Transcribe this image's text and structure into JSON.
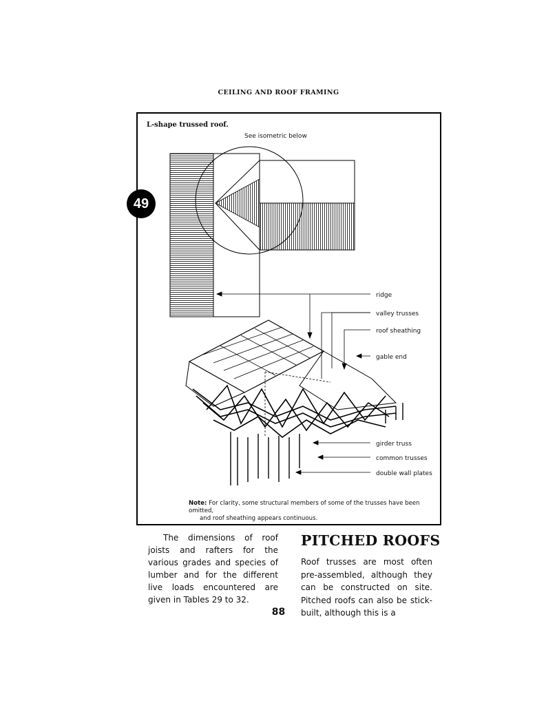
{
  "running_head": "CEILING AND ROOF FRAMING",
  "badge_number": "49",
  "figure": {
    "title": "L-shape trussed roof.",
    "plan_caption": "See isometric below",
    "callouts": {
      "ridge": "ridge",
      "valley_trusses": "valley trusses",
      "roof_sheathing": "roof sheathing",
      "gable_end": "gable end",
      "girder_truss": "girder truss",
      "common_trusses": "common trusses",
      "double_wall_plates": "double wall plates"
    },
    "note_label": "Note:",
    "note_line1": "For clarity, some structural members of some of the trusses have been omitted,",
    "note_line2": "and roof sheathing appears continuous."
  },
  "body_left": "The dimensions of roof joists and rafters for the various grades and species of lumber and for the different live loads encountered are given in Tables 29 to 32.",
  "section_heading": "PITCHED ROOFS",
  "body_right": "Roof trusses are most often pre-assembled, although they can be constructed on site. Pitched roofs can also be stick-built, although this is a",
  "page_number": "88"
}
